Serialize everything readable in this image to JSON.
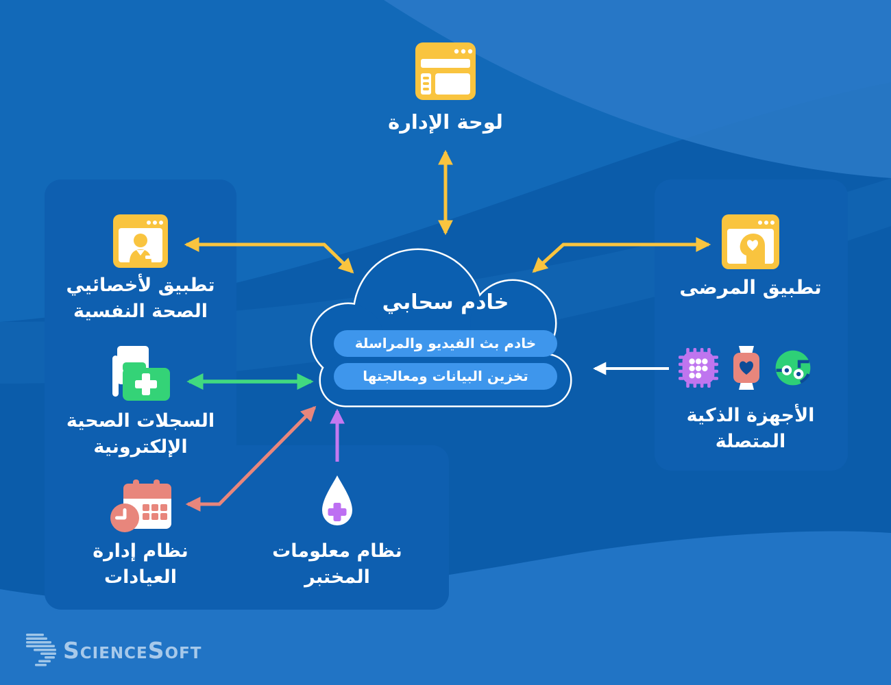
{
  "colors": {
    "background_base": "#0b5caa",
    "background_top_band": "#1269b8",
    "background_top_right": "#2b7ac8",
    "background_bottom_wave": "#2174c5",
    "panel": "#0e5fb0",
    "pill_blue": "#3e96ec",
    "accent_yellow": "#f9c43f",
    "accent_green": "#41d980",
    "accent_salmon": "#e8867c",
    "accent_purple": "#c478f0",
    "accent_white": "#ffffff",
    "folder_green": "#34d377",
    "chip_purple": "#bf75ef",
    "iot_green": "#2ed077",
    "heart_navy": "#0d4c97",
    "logo_blue": "#9ec5e8"
  },
  "nodes": {
    "admin_panel": {
      "label": "لوحة الإدارة",
      "icon": "dashboard-window-icon"
    },
    "cloud_server": {
      "title": "خادم سحابي",
      "icon": "cloud-icon",
      "services": [
        "خادم بث الفيديو والمراسلة",
        "تخزين البيانات ومعالجتها"
      ]
    },
    "specialist_app": {
      "label": "تطبيق لأخصائيي الصحة النفسية",
      "icon": "therapist-window-icon"
    },
    "ehr": {
      "label": "السجلات الصحية الإلكترونية",
      "icon": "medical-folder-icon"
    },
    "clinic_management": {
      "label": "نظام إدارة العيادات",
      "icon": "calendar-clock-icon"
    },
    "lab_information": {
      "label": "نظام معلومات المختبر",
      "icon": "lab-drop-icon"
    },
    "patient_app": {
      "label": "تطبيق المرضى",
      "icon": "patient-head-window-icon"
    },
    "smart_devices": {
      "label": "الأجهزة الذكية المتصلة",
      "icons": [
        "chip-icon",
        "smartwatch-icon",
        "iot-circle-icon"
      ]
    }
  },
  "connections": [
    {
      "from": "admin_panel",
      "to": "cloud_server",
      "color": "#f9c43f",
      "heads": 2
    },
    {
      "from": "specialist_app",
      "to": "cloud_server",
      "color": "#f9c43f",
      "heads": 2
    },
    {
      "from": "patient_app",
      "to": "cloud_server",
      "color": "#f9c43f",
      "heads": 2
    },
    {
      "from": "ehr",
      "to": "cloud_server",
      "color": "#41d980",
      "heads": 2
    },
    {
      "from": "clinic_management",
      "to": "cloud_server",
      "color": "#e8867c",
      "heads": 2
    },
    {
      "from": "lab_information",
      "to": "cloud_server",
      "color": "#c478f0",
      "heads": 1
    },
    {
      "from": "smart_devices",
      "to": "cloud_server",
      "color": "#ffffff",
      "heads": 1
    }
  ],
  "footer": {
    "brand": "ScienceSoft"
  }
}
